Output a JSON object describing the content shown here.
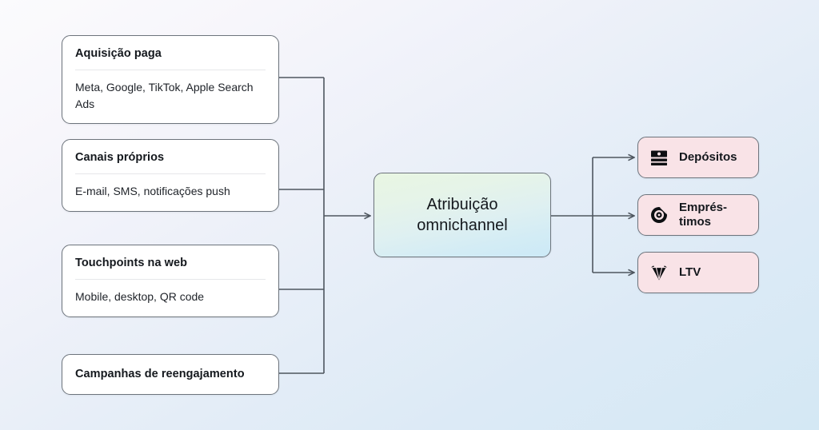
{
  "diagram": {
    "title": "Atribuicao omnichannel flow",
    "colors": {
      "card_bg": "#ffffff",
      "card_border": "#6d747c",
      "center_gradient_from": "#e8f6e2",
      "center_gradient_to": "#cce9f6",
      "outcome_bg": "#f9e3e7",
      "connector": "#4e565f",
      "background_from": "#fbfbfd",
      "background_to": "#d4e8f4"
    },
    "sources": [
      {
        "title": "Aquisição paga",
        "body": "Meta, Google, TikTok,\nApple Search Ads",
        "has_divider": true
      },
      {
        "title": "Canais próprios",
        "body": "E-mail, SMS, notificações push",
        "has_divider": true
      },
      {
        "title": "Touchpoints na web",
        "body": "Mobile, desktop, QR code",
        "has_divider": true
      },
      {
        "title": "Campanhas de reengajamento",
        "body": "",
        "has_divider": false
      }
    ],
    "center": {
      "label": "Atribuição\nomnichannel"
    },
    "outcomes": [
      {
        "label": "Depósitos",
        "icon": "banknotes-icon"
      },
      {
        "label": "Emprés-\ntimos",
        "icon": "target-icon"
      },
      {
        "label": "LTV",
        "icon": "diamond-icon"
      }
    ]
  }
}
